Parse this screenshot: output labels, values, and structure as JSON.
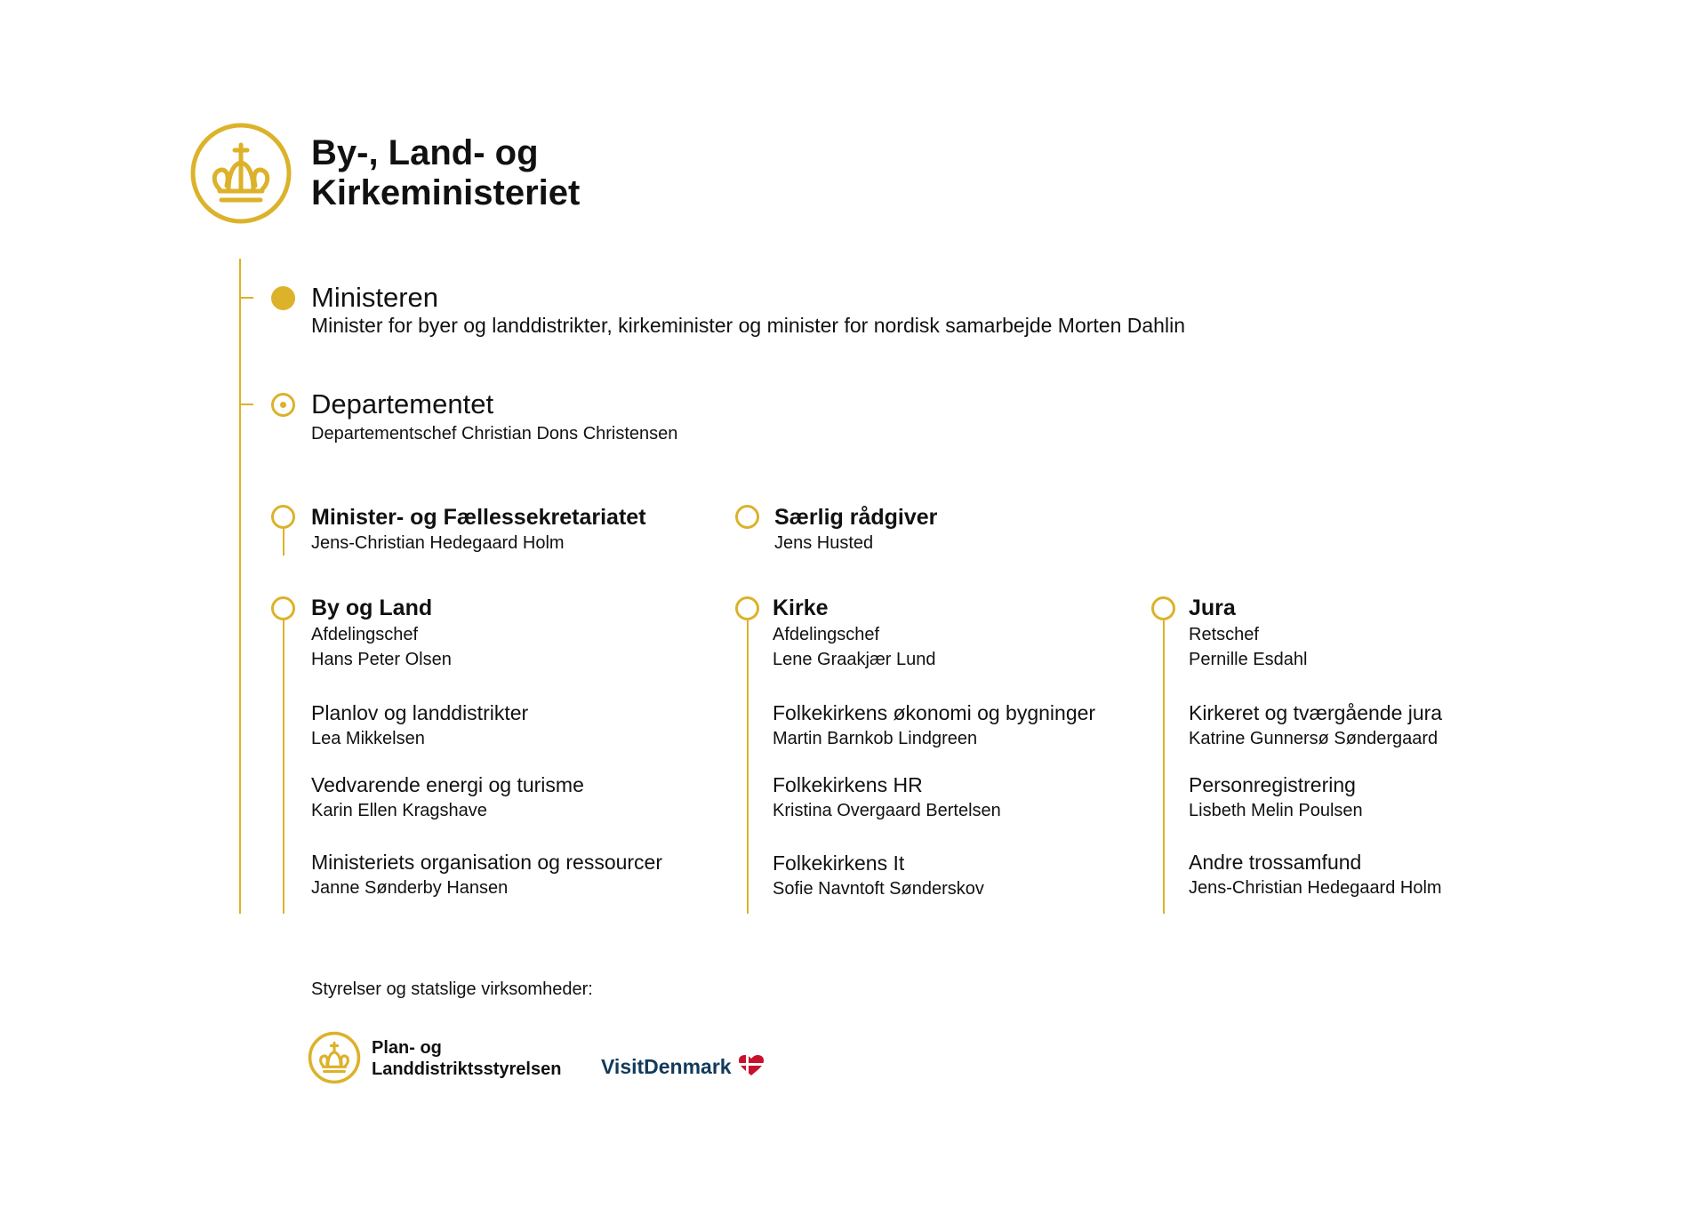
{
  "header": {
    "title_line1": "By-, Land- og",
    "title_line2": "Kirkeministeriet",
    "logo": "crown-logo"
  },
  "colors": {
    "gold": "#dcb22a",
    "navy": "#123a5a",
    "red": "#c8102e"
  },
  "ministeren": {
    "title": "Ministeren",
    "subtitle": "Minister for byer og landdistrikter, kirkeminister og minister for nordisk samarbejde Morten Dahlin"
  },
  "departementet": {
    "title": "Departementet",
    "subtitle": "Departementschef Christian Dons Christensen"
  },
  "sekretariat": {
    "title": "Minister- og Fællessekretariatet",
    "name": "Jens-Christian Hedegaard Holm"
  },
  "raadgiver": {
    "title": "Særlig rådgiver",
    "name": "Jens Husted"
  },
  "columns": [
    {
      "title": "By og Land",
      "role": "Afdelingschef",
      "head": "Hans Peter Olsen",
      "units": [
        {
          "name": "Planlov og landdistrikter",
          "person": "Lea Mikkelsen"
        },
        {
          "name": "Vedvarende energi og turisme",
          "person": "Karin Ellen Kragshave"
        },
        {
          "name": "Ministeriets organisation og ressourcer",
          "person": "Janne Sønderby Hansen"
        }
      ]
    },
    {
      "title": "Kirke",
      "role": "Afdelingschef",
      "head": "Lene Graakjær Lund",
      "units": [
        {
          "name": "Folkekirkens økonomi og bygninger",
          "person": "Martin Barnkob Lindgreen"
        },
        {
          "name": "Folkekirkens HR",
          "person": "Kristina Overgaard Bertelsen"
        },
        {
          "name": "Folkekirkens It",
          "person": "Sofie Navntoft Sønderskov"
        }
      ]
    },
    {
      "title": "Jura",
      "role": "Retschef",
      "head": "Pernille Esdahl",
      "units": [
        {
          "name": "Kirkeret og tværgående jura",
          "person": "Katrine Gunnersø Søndergaard"
        },
        {
          "name": "Personregistrering",
          "person": "Lisbeth Melin Poulsen"
        },
        {
          "name": "Andre trossamfund",
          "person": "Jens-Christian Hedegaard Holm"
        }
      ]
    }
  ],
  "footer": {
    "label": "Styrelser og statslige virksomheder:",
    "agency_line1": "Plan- og",
    "agency_line2": "Landdistriktsstyrelsen",
    "visit": "VisitDenmark"
  }
}
